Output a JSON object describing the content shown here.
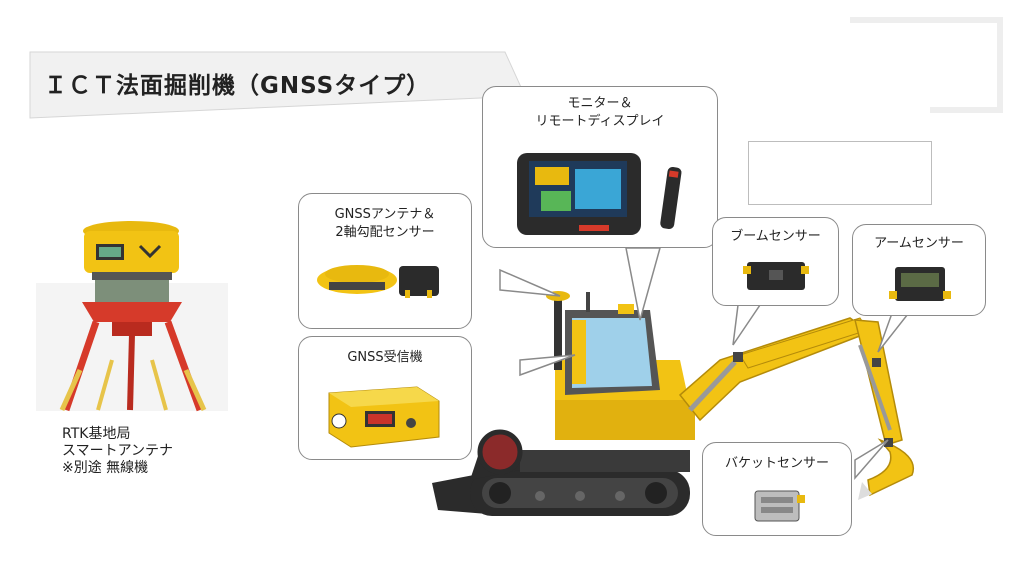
{
  "title": "ＩＣＴ法面掘削機（GNSSタイプ）",
  "rtk": {
    "line1": "RTK基地局",
    "line2": "スマートアンテナ",
    "line3": "※別途 無線機"
  },
  "callouts": {
    "monitor_line1": "モニター＆",
    "monitor_line2": "リモートディスプレイ",
    "antenna_line1": "GNSSアンテナ＆",
    "antenna_line2": "2軸勾配センサー",
    "receiver": "GNSS受信機",
    "boom": "ブームセンサー",
    "arm": "アームセンサー",
    "bucket": "バケットセンサー"
  },
  "colors": {
    "machine_yellow": "#f2c314",
    "glass_blue": "#9fd0ea",
    "track_black": "#2b2b2b",
    "tripod_red": "#d63a2a"
  }
}
